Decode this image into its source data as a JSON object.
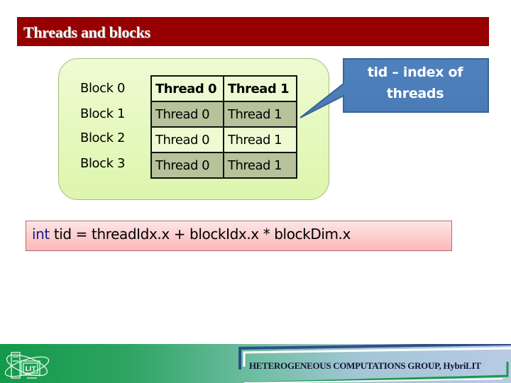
{
  "slide": {
    "title": "Threads and blocks",
    "colors": {
      "title_bar": "#960000",
      "green_box": "#ddf6ad",
      "row_dark": "#b6c29a",
      "callout": "#4f81bd",
      "formula_box": "#fbb8b8",
      "keyword": "#1a1a8a"
    }
  },
  "diagram": {
    "blocks": [
      {
        "label": "Block 0",
        "threads": [
          "Thread 0",
          "Thread 1"
        ]
      },
      {
        "label": "Block 1",
        "threads": [
          "Thread 0",
          "Thread 1"
        ]
      },
      {
        "label": "Block 2",
        "threads": [
          "Thread 0",
          "Thread 1"
        ]
      },
      {
        "label": "Block 3",
        "threads": [
          "Thread 0",
          "Thread 1"
        ]
      }
    ]
  },
  "callout": {
    "line1": "tid – index of",
    "line2": "threads"
  },
  "formula": {
    "keyword": "int",
    "expression": " tid = threadIdx.x + blockIdx.x * blockDim.x"
  },
  "footer": {
    "logo_text": "LIT",
    "text": "HETEROGENEOUS COMPUTATIONS GROUP,   HybriLIT"
  }
}
